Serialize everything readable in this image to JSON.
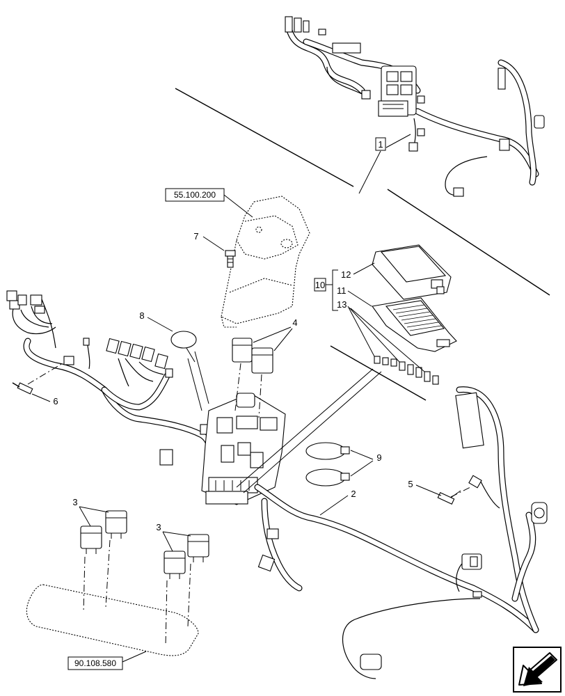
{
  "references": {
    "cab_frame": "55.100.200",
    "relay_base": "90.108.580"
  },
  "callouts": {
    "c1": "1",
    "c2": "2",
    "c3a": "3",
    "c3b": "3",
    "c4": "4",
    "c5": "5",
    "c6": "6",
    "c7": "7",
    "c8": "8",
    "c9": "9",
    "c10": "10",
    "c11": "11",
    "c12": "12",
    "c13": "13"
  },
  "nav_icon": "arrow-left-down-icon"
}
